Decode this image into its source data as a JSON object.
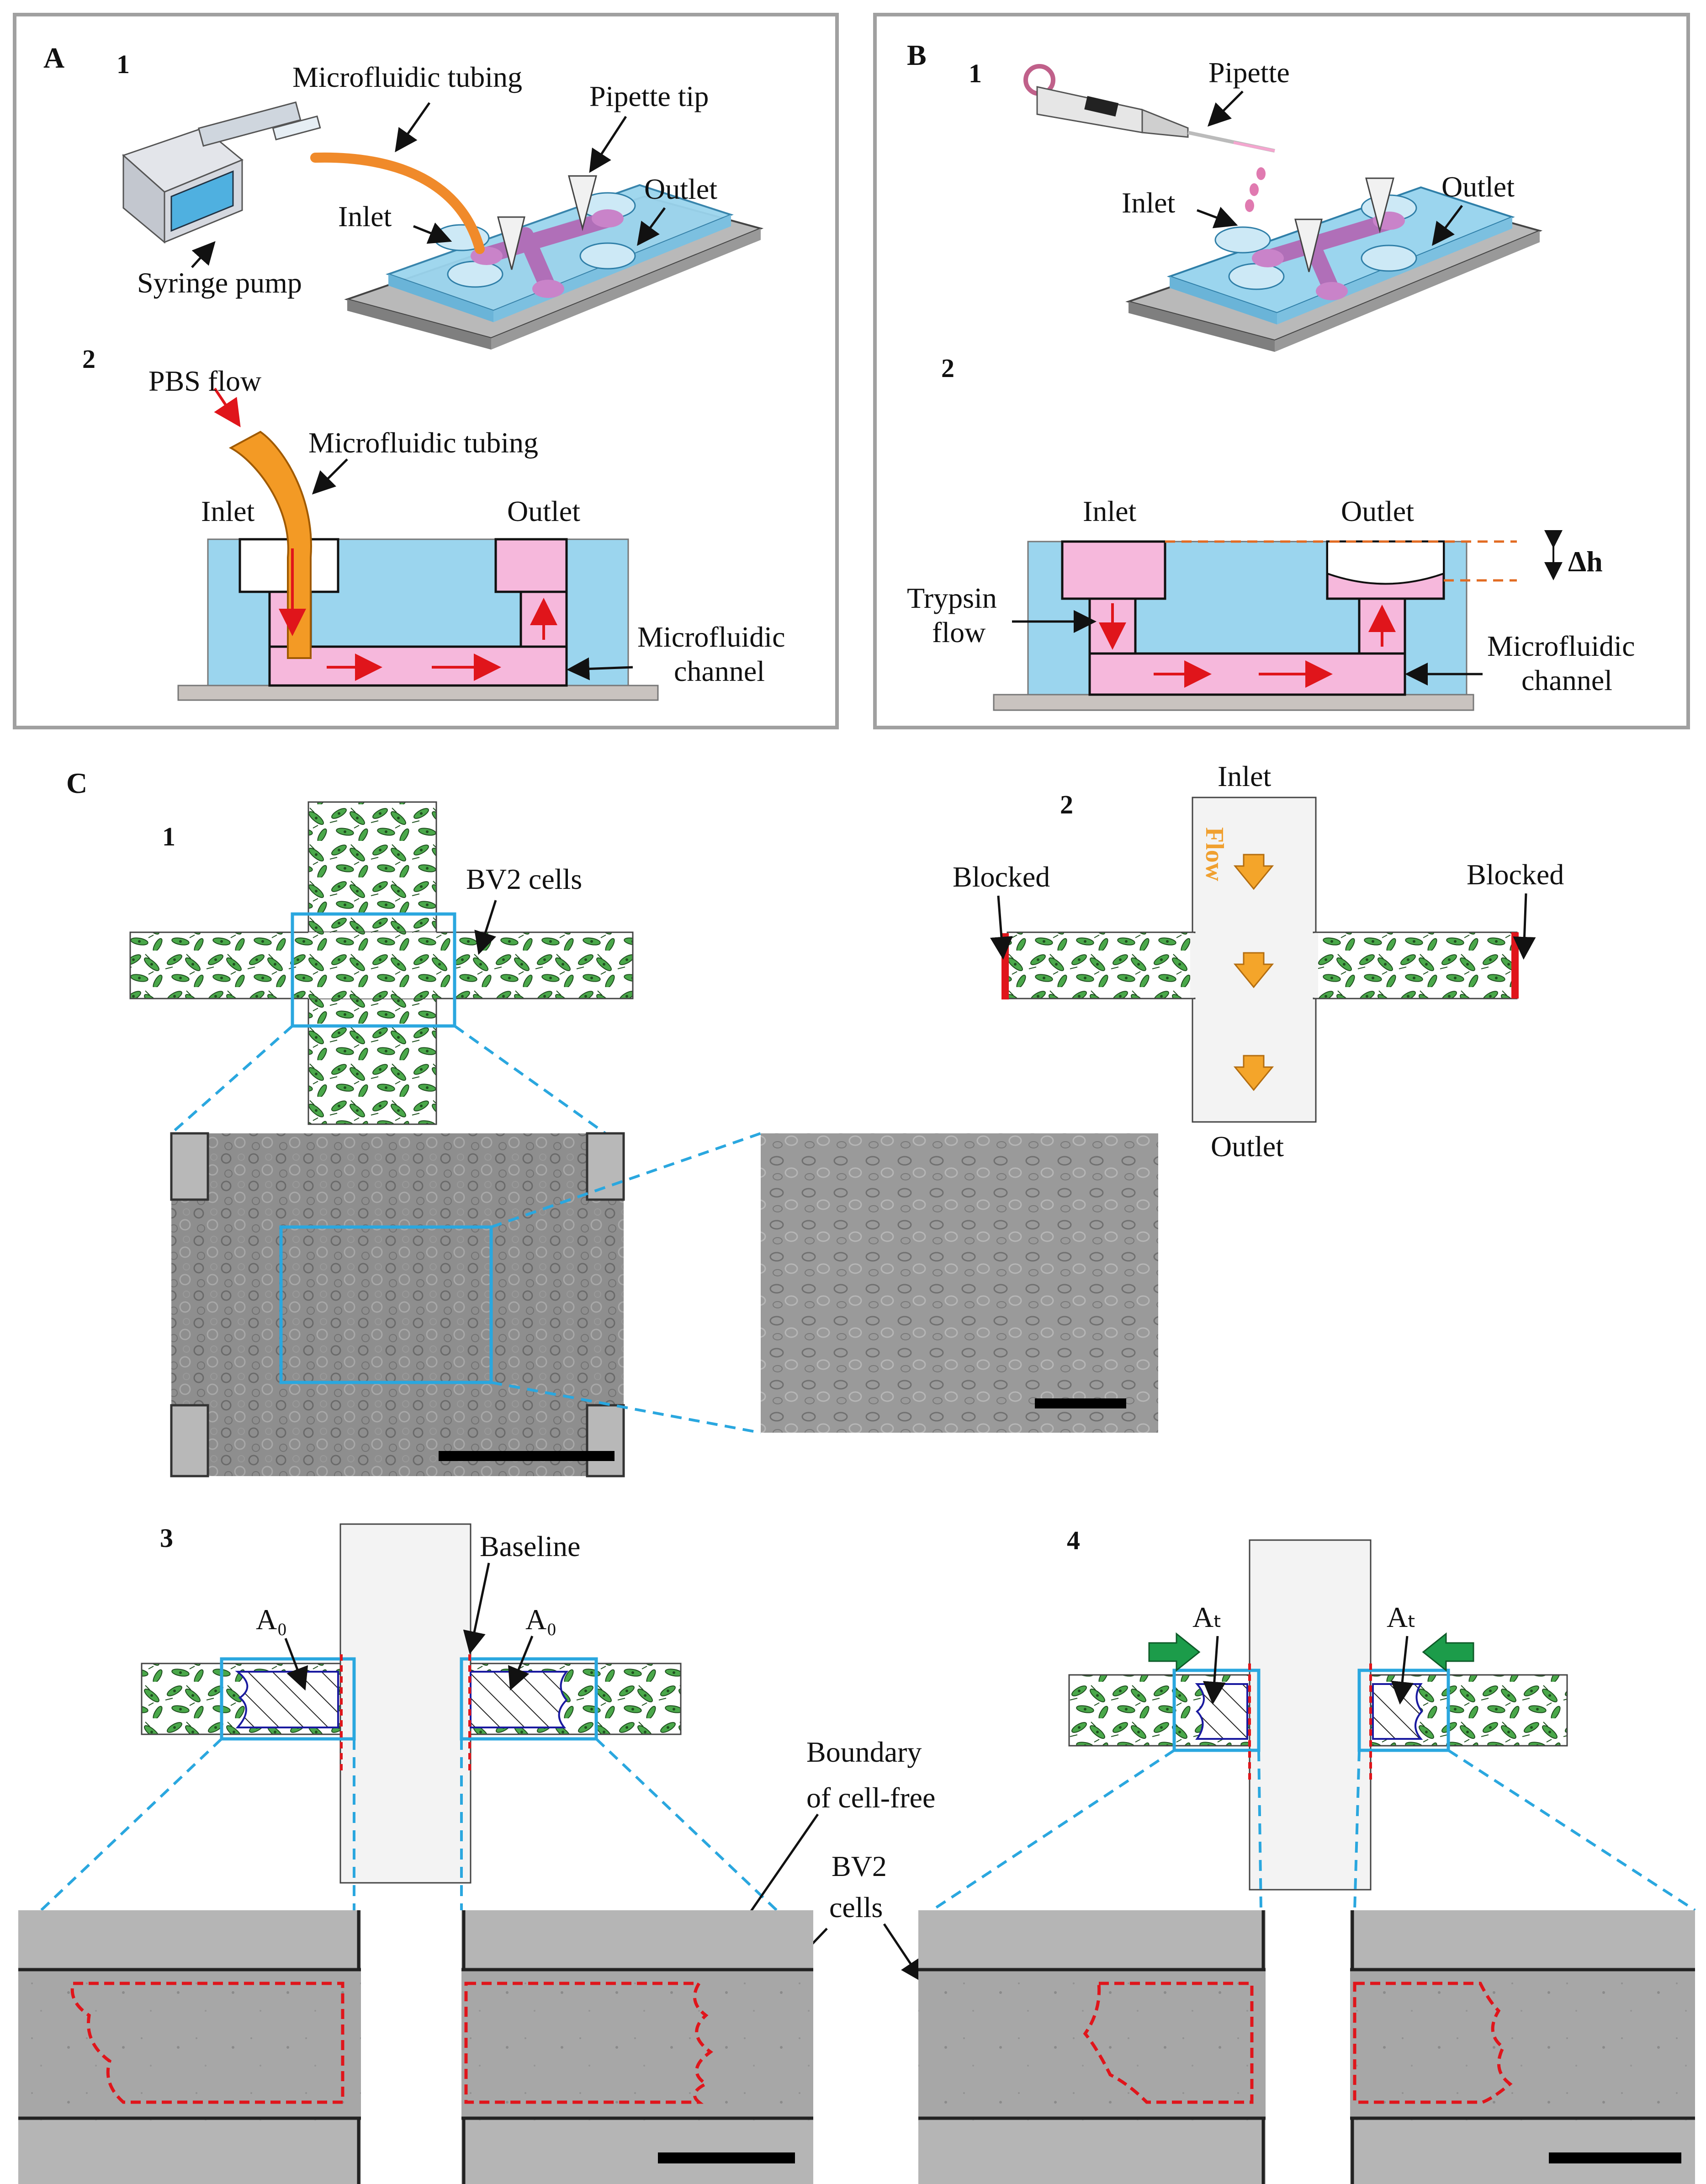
{
  "panel_A": {
    "label": "A",
    "sub1": "1",
    "sub2": "2",
    "microfluidic_tubing": "Microfluidic tubing",
    "pipette_tip": "Pipette tip",
    "outlet": "Outlet",
    "inlet": "Inlet",
    "syringe_pump": "Syringe pump",
    "pbs_flow": "PBS flow",
    "microfluidic_tubing_2": "Microfluidic tubing",
    "inlet_2": "Inlet",
    "outlet_2": "Outlet",
    "microfluidic_channel_1": "Microfluidic",
    "microfluidic_channel_2": "channel"
  },
  "panel_B": {
    "label": "B",
    "sub1": "1",
    "sub2": "2",
    "pipette": "Pipette",
    "inlet": "Inlet",
    "outlet": "Outlet",
    "inlet_2": "Inlet",
    "outlet_2": "Outlet",
    "delta_h": "Δh",
    "trypsin_1": "Trypsin",
    "trypsin_2": "flow",
    "microfluidic_channel_1": "Microfluidic",
    "microfluidic_channel_2": "channel"
  },
  "panel_C": {
    "label": "C",
    "sub1": "1",
    "sub2": "2",
    "sub3": "3",
    "sub4": "4",
    "bv2_cells": "BV2 cells",
    "inlet": "Inlet",
    "outlet": "Outlet",
    "flow": "Flow",
    "blocked_left": "Blocked",
    "blocked_right": "Blocked",
    "baseline": "Baseline",
    "a0_left": "A₀",
    "a0_right": "A₀",
    "at_left": "Aₜ",
    "at_right": "Aₜ",
    "boundary_1": "Boundary",
    "boundary_2": "of  cell-free",
    "bv2_1": "BV2",
    "bv2_2": "cells"
  },
  "colors": {
    "frame": "#a0a0a0",
    "channel_blue": "#9bd5ee",
    "channel_pink": "#f6b8dc",
    "tubing_orange": "#f39a25",
    "arrow_red": "#e0151b",
    "zoom_blue": "#2aa7df",
    "cell_green": "#3f9a3a",
    "flow_arrow": "#f4a52a",
    "side_arrow": "#1c9c4a",
    "scale_bar": "#000000"
  }
}
